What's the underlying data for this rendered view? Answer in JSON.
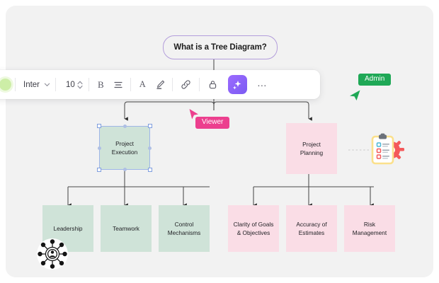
{
  "app": {
    "canvas_bg": "#f2f2f2",
    "accent_purple": "#7b5bf2"
  },
  "title_node": {
    "label": "What is a Tree Diagram?",
    "border_color": "#b39ddb"
  },
  "toolbar": {
    "color_swatch": {
      "name": "color-swatch",
      "color": "#cdeea7"
    },
    "font_family": "Inter",
    "font_size": "10",
    "bold_label": "B",
    "align_label": "align-center-icon",
    "text_color_label": "A",
    "highlighter_label": "highlighter-icon",
    "link_label": "link-icon",
    "lock_label": "lock-icon",
    "ai_label": "ai-sparkle-icon",
    "more_label": "…"
  },
  "collaborators": [
    {
      "name": "viewer",
      "label": "Viewer",
      "color": "#ec3f8e"
    },
    {
      "name": "admin",
      "label": "Admin",
      "color": "#1fa856"
    }
  ],
  "tree": {
    "branches": [
      {
        "id": "left",
        "color": "#cfe3d8",
        "parent": {
          "label": "Project\nExecution",
          "line1": "Project",
          "line2": "Execution",
          "selected": true
        },
        "children": [
          {
            "line1": "Leadership",
            "line2": ""
          },
          {
            "line1": "Teamwork",
            "line2": ""
          },
          {
            "line1": "Control",
            "line2": "Mechanisms"
          }
        ]
      },
      {
        "id": "right",
        "color": "#fadde6",
        "parent": {
          "label": "Project\nPlanning",
          "line1": "Project",
          "line2": "Planning",
          "selected": false
        },
        "children": [
          {
            "line1": "Clarity of Goals",
            "line2": "&  Objectives"
          },
          {
            "line1": "Accuracy of",
            "line2": "Estimates"
          },
          {
            "line1": "Risk",
            "line2": "Management"
          }
        ]
      }
    ]
  },
  "stickers": [
    {
      "name": "clipboard-checklist-sticker",
      "attached_to": "Project Planning"
    },
    {
      "name": "team-network-sticker",
      "attached_to": "Leadership"
    }
  ]
}
